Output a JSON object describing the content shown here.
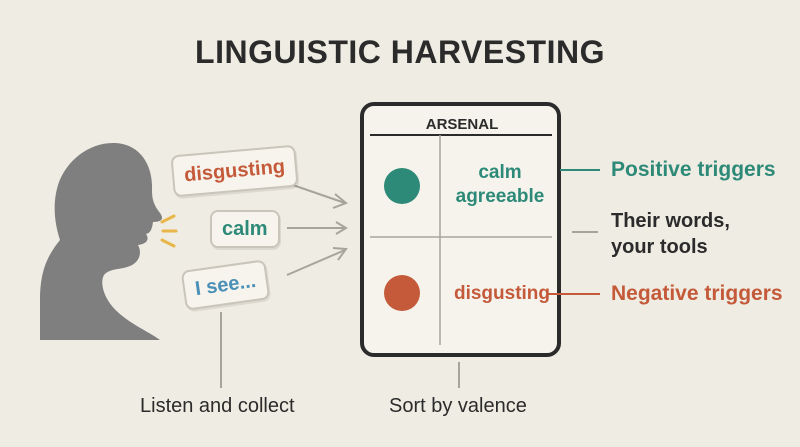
{
  "title": "LINGUISTIC HARVESTING",
  "bubbles": [
    "disgusting",
    "calm",
    "I see..."
  ],
  "arsenal": {
    "label": "ARSENAL",
    "positive_words": [
      "calm",
      "agreeable"
    ],
    "negative_word": "disgusting"
  },
  "side_labels": {
    "positive": "Positive triggers",
    "middle": [
      "Their words,",
      "your tools"
    ],
    "negative": "Negative triggers"
  },
  "captions": {
    "left": "Listen and collect",
    "middle": "Sort by valence"
  },
  "colors": {
    "teal": "#2e8a78",
    "rust": "#c45a3a",
    "blue": "#4a90b8",
    "head": "#7f7f7f",
    "background": "#efece3"
  }
}
